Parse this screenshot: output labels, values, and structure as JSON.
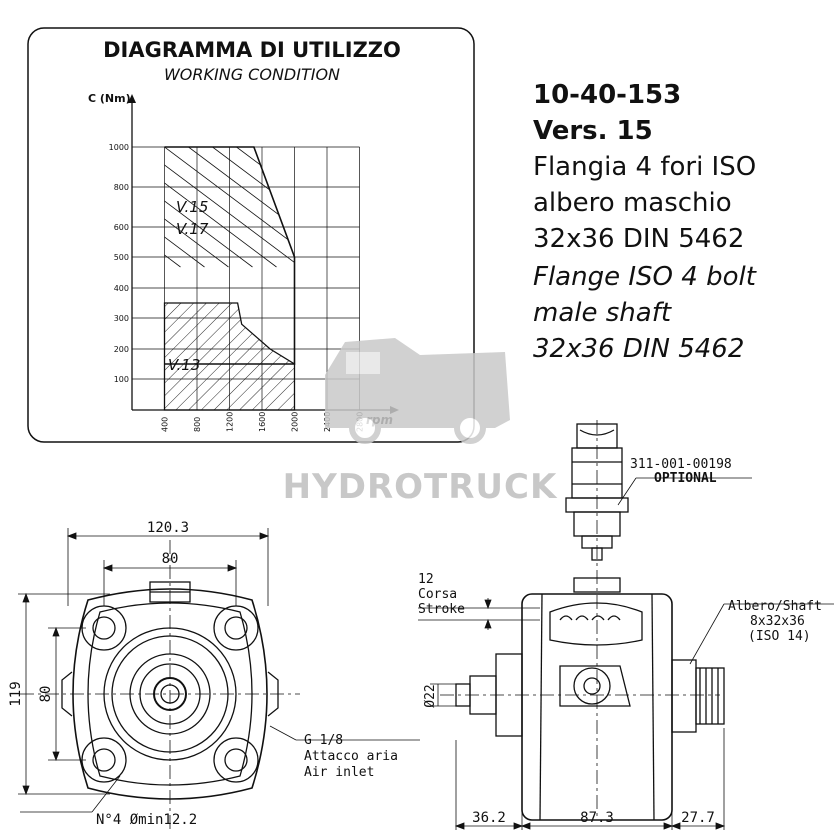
{
  "chart": {
    "title": "DIAGRAMMA DI UTILIZZO",
    "subtitle": "WORKING CONDITION",
    "ylabel": "C (Nm)",
    "xlabel": "rpm"
  },
  "chart_data": {
    "type": "area",
    "title": "DIAGRAMMA DI UTILIZZO",
    "subtitle": "WORKING CONDITION",
    "xlabel": "rpm",
    "ylabel": "C (Nm)",
    "x_ticks": [
      "400",
      "800",
      "1200",
      "1600",
      "2000",
      "2400",
      "2800"
    ],
    "y_ticks": [
      "100",
      "200",
      "300",
      "400",
      "500",
      "600",
      "800",
      "1000"
    ],
    "xlim": [
      0,
      2800
    ],
    "ylim": [
      0,
      1000
    ],
    "grid": true,
    "series": [
      {
        "name": "V.15",
        "x": [
          400,
          1500,
          2000,
          2000,
          400
        ],
        "y": [
          1000,
          1000,
          500,
          150,
          150
        ]
      },
      {
        "name": "V.17",
        "x": [
          400,
          1500,
          2000,
          2000,
          400
        ],
        "y": [
          1000,
          1000,
          500,
          150,
          150
        ]
      },
      {
        "name": "V.13",
        "x": [
          400,
          1300,
          1350,
          1700,
          2000,
          2000,
          400
        ],
        "y": [
          350,
          350,
          280,
          200,
          150,
          0,
          0
        ]
      }
    ]
  },
  "spec": {
    "code": "10-40-153",
    "version": "Vers. 15",
    "it_line1": "Flangia 4 fori ISO",
    "it_line2": "albero maschio",
    "it_line3": "32x36 DIN 5462",
    "en_line1": "Flange ISO 4 bolt",
    "en_line2": "male shaft",
    "en_line3": "32x36 DIN 5462"
  },
  "watermark": {
    "text": "HYDROTRUCK",
    "icon": "truck-icon"
  },
  "drawing": {
    "part_number": "311-001-00198",
    "optional": "OPTIONAL",
    "dim_width_total": "120.3",
    "dim_width_bolt": "80",
    "dim_height_total": "119",
    "dim_height_bolt": "80",
    "holes": "N°4 Ømin12.2",
    "inlet_line1": "G 1/8",
    "inlet_line2": "Attacco aria",
    "inlet_line3": "Air inlet",
    "stroke_line1": "12",
    "stroke_line2": "Corsa",
    "stroke_line3": "Stroke",
    "shaft_line1": "Albero/Shaft",
    "shaft_line2": "8x32x36",
    "shaft_line3": "(ISO 14)",
    "dia_22": "Ø22",
    "dim_36": "36.2",
    "dim_87": "87.3",
    "dim_27": "27.7"
  },
  "colors": {
    "line": "#111111",
    "watermark": "#c8c8c8"
  }
}
